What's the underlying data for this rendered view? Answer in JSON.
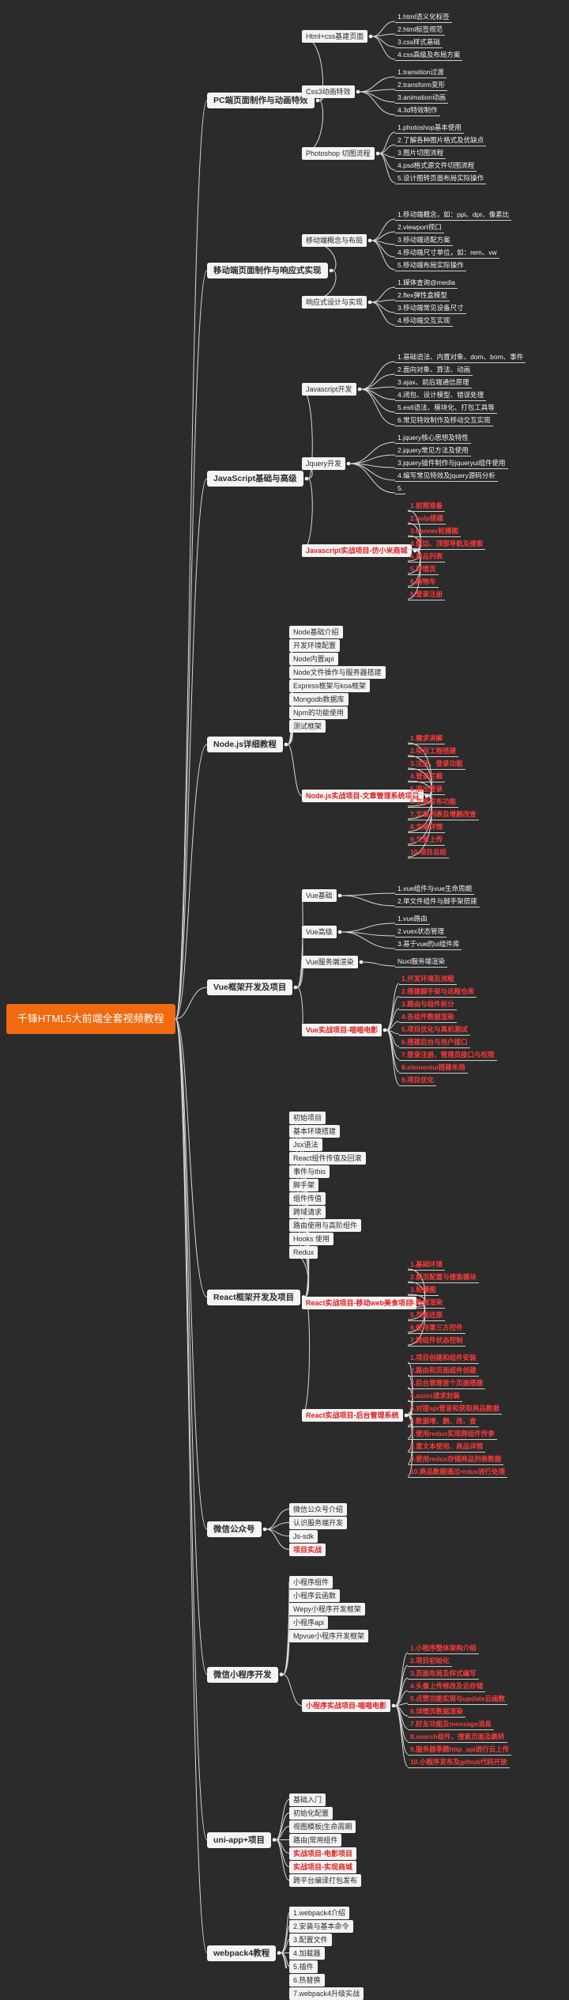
{
  "root": "千锋HTML5大前端全套视频教程",
  "colors": {
    "background": "#2b2b2b",
    "root": "#f06a10",
    "line": "#d8d8d8",
    "highlight": "#e02020"
  },
  "branches": [
    {
      "label": "PC端页面制作与动画特效",
      "children": [
        {
          "label": "Html+css基建页面",
          "children": [
            "1.html语义化标签",
            "2.html标签规范",
            "3.css样式基础",
            "4.css高级及布局方案"
          ]
        },
        {
          "label": "Css3动画特效",
          "children": [
            "1.transition过渡",
            "2.transform变形",
            "3.animation动画",
            "4.3d特效制作"
          ]
        },
        {
          "label": "Photoshop 切图流程",
          "children": [
            "1.photoshop基本使用",
            "2.了解各种图片格式及优缺点",
            "3.图片切图流程",
            "4.psd格式源文件切图流程",
            "5.设计图转页面布局实际操作"
          ]
        }
      ]
    },
    {
      "label": "移动端页面制作与响应式实现",
      "children": [
        {
          "label": "移动端概念与布局",
          "children": [
            "1.移动端概念，如：ppi、dpr、像素比",
            "2.viewport视口",
            "3.移动端适配方案",
            "4.移动端尺寸单位，如：rem、vw",
            "5.移动端布局实际操作"
          ]
        },
        {
          "label": "响应式设计与实现",
          "children": [
            "1.媒体查询@media",
            "2.flex弹性盒模型",
            "3.移动端常见设备尺寸",
            "4.移动端交互实现"
          ]
        }
      ]
    },
    {
      "label": "JavaScript基础与高级",
      "children": [
        {
          "label": "Javascript开发",
          "children": [
            "1.基础语法、内置对象、dom、bom、事件",
            "2.面向对象、算法、动画",
            "3.ajax、前后端通信原理",
            "4.闭包、设计模型、错误处理",
            "5.es6语法、模块化、打包工具等",
            "6.常见特效制作及移动交互实现"
          ]
        },
        {
          "label": "Jquery开发",
          "children": [
            "1.jquery核心思想及特性",
            "2.jquery常见方法及使用",
            "3.jquery插件制作与jqueryui组件使用",
            "4.编写常见特效及jquery源码分析",
            "5."
          ]
        },
        {
          "label": "Javascript实战项目-仿小米商城",
          "red": true,
          "children": [
            "1.前期准备",
            "2.gulp搭建",
            "3.banner轮播图",
            "4.侧边、顶部导航及搜索",
            "5.商品列表",
            "5.详情页",
            "6.购物车",
            "5.登录注册"
          ]
        }
      ]
    },
    {
      "label": "Node.js详细教程",
      "children": [
        {
          "label": "Node基础介绍"
        },
        {
          "label": "开发环境配置"
        },
        {
          "label": "Node内置api"
        },
        {
          "label": "Node文件操作与服务器搭建"
        },
        {
          "label": "Express框架与koa框架"
        },
        {
          "label": "Mongodb数据库"
        },
        {
          "label": "Npm的功能使用"
        },
        {
          "label": "测试框架"
        },
        {
          "label": "Node.js实战项目-文章管理系统项目",
          "red": true,
          "children": [
            "1.需求讲解",
            "2.项目工程搭建",
            "3.注册、登录功能",
            "4.登录拦截",
            "5.退出登录",
            "6.文章发布功能",
            "7.文章列表及增删改查",
            "8.文章详情",
            "9.文章上传",
            "10.项目总结"
          ]
        }
      ]
    },
    {
      "label": "Vue框架开发及项目",
      "children": [
        {
          "label": "Vue基础",
          "children": [
            "1.vue组件与vue生命周期",
            "2.单文件组件与脚手架搭建"
          ]
        },
        {
          "label": "Vue高级",
          "children": [
            "1.vue路由",
            "2.vuex状态管理",
            "3.基于vue的ui组件库"
          ]
        },
        {
          "label": "Vue服务端渲染",
          "children": [
            "Nuxt服务端渲染"
          ]
        },
        {
          "label": "Vue实战项目-喵喵电影",
          "red": true,
          "children": [
            "1.开发环境及流程",
            "2.搭建脚手架与远程仓库",
            "3.路由与组件拆分",
            "4.各组件数据渲染",
            "5.项目优化与真机测试",
            "6.搭建后台与用户接口",
            "7.登录注册、管理员接口与权限",
            "8.elementui搭建布局",
            "9.项目优化"
          ]
        }
      ]
    },
    {
      "label": "React框架开发及项目",
      "children": [
        {
          "label": "初始项目"
        },
        {
          "label": "基本环境搭建"
        },
        {
          "label": "Jsx语法"
        },
        {
          "label": "React组件传值及回滚"
        },
        {
          "label": "事件与this"
        },
        {
          "label": "脚手架"
        },
        {
          "label": "组件传值"
        },
        {
          "label": "跨域请求"
        },
        {
          "label": "路由使用与高阶组件"
        },
        {
          "label": "Hooks 使用"
        },
        {
          "label": "Redux"
        },
        {
          "label": "React实战项目-移动web美食项目",
          "red": true,
          "children": [
            "1.基础环境",
            "2.前页配置与搜索模块",
            "3.轮播图",
            "4.数据渲染",
            "5.页面还原",
            "6.使用第三方控件",
            "7.跨组件状态控制"
          ]
        },
        {
          "label": "React实战项目-后台管理系统",
          "red": true,
          "children": [
            "1.项目创建和组件安装",
            "2.路由和页面组件创建",
            "3.后台管理首个页面搭建",
            "4.axios请求封装",
            "5.对接api登录和获取商品数据",
            "6.数据增、删、改、查",
            "7.使用redux实现跨组件传参",
            "8.富文本使用、商品详情",
            "9.使用redux存储商品列表数据",
            "10.商品数据通过redux进行处理"
          ]
        }
      ]
    },
    {
      "label": "微信公众号",
      "children": [
        {
          "label": "微信公众号介绍"
        },
        {
          "label": "认识服务端开发"
        },
        {
          "label": "Js-sdk"
        },
        {
          "label": "项目实战",
          "red": true
        }
      ]
    },
    {
      "label": "微信小程序开发",
      "children": [
        {
          "label": "小程序组件"
        },
        {
          "label": "小程序云函数"
        },
        {
          "label": "Wepy小程序开发框架"
        },
        {
          "label": "小程序api"
        },
        {
          "label": "Mpvue小程序开发框架"
        },
        {
          "label": "小程序实战项目-喵喵电影",
          "red": true,
          "children": [
            "1.小程序整体架构介绍",
            "2.项目初始化",
            "3.页面布局及样式编写",
            "4.头像上传修改及云存储",
            "5.点赞功能实现与update云函数",
            "6.详情页数据渲染",
            "7.好友功能及message消息",
            "8.search组件、搜索页面及跳转",
            "9.服务器季腾http_api进行云上传",
            "10.小程序发布及github代码开放"
          ]
        }
      ]
    },
    {
      "label": "uni-app+项目",
      "children": [
        {
          "label": "基础入门"
        },
        {
          "label": "初始化配置"
        },
        {
          "label": "视图模板|生命周期"
        },
        {
          "label": "路由|常用组件"
        },
        {
          "label": "实战项目-电影项目",
          "red": true
        },
        {
          "label": "实战项目-实现商城",
          "red": true
        },
        {
          "label": "跨平台编译打包发布"
        }
      ]
    },
    {
      "label": "webpack4教程",
      "children": [
        {
          "label": "1.webpack4介绍"
        },
        {
          "label": "2.安装与基本命令"
        },
        {
          "label": "3.配置文件"
        },
        {
          "label": "4.加载器"
        },
        {
          "label": "5.插件"
        },
        {
          "label": "6.热替换"
        },
        {
          "label": "7.webpack4升级实战"
        }
      ]
    }
  ]
}
